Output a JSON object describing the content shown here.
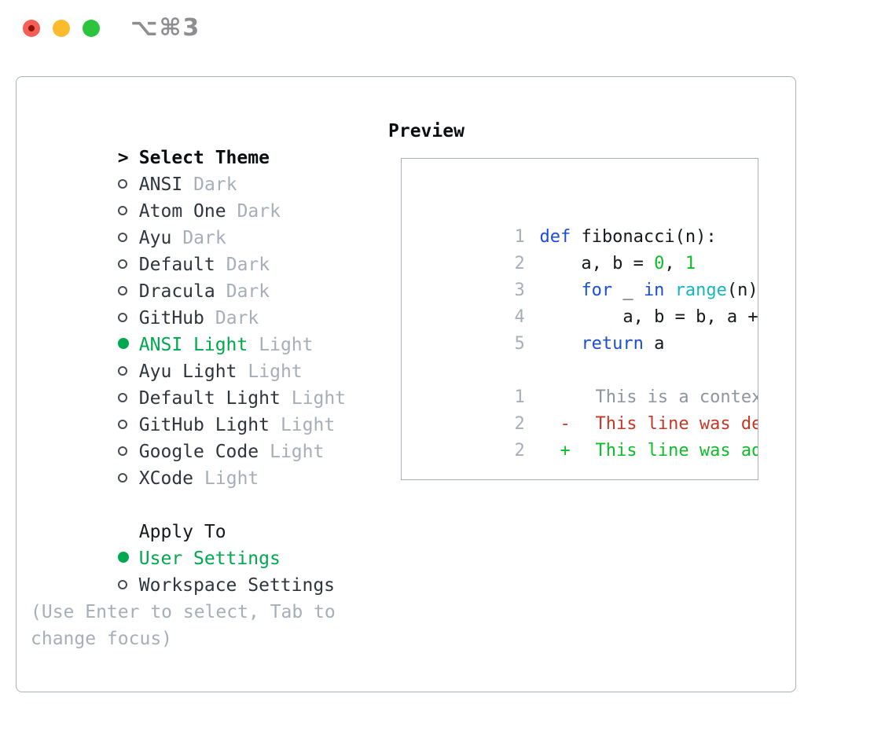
{
  "window": {
    "title": "⌥⌘3",
    "traffic_lights": [
      "close",
      "minimize",
      "zoom"
    ]
  },
  "colors": {
    "accent_green": "#00a84e",
    "code_green": "#0dbd2a",
    "code_blue": "#1b4ed6",
    "code_cyan": "#13b6c4",
    "diff_red": "#c53826",
    "muted_gray": "#a6aeb8",
    "panel_border": "#a8b0bb",
    "traffic_red": "#f65d55",
    "traffic_yellow": "#fcbb2d",
    "traffic_green": "#2bc43d"
  },
  "sidebar": {
    "header": {
      "prompt": ">",
      "title": "Select Theme"
    },
    "themes": [
      {
        "name": "ANSI",
        "variant": "Dark",
        "state": "unselected"
      },
      {
        "name": "Atom One",
        "variant": "Dark",
        "state": "unselected"
      },
      {
        "name": "Ayu",
        "variant": "Dark",
        "state": "unselected"
      },
      {
        "name": "Default",
        "variant": "Dark",
        "state": "unselected"
      },
      {
        "name": "Dracula",
        "variant": "Dark",
        "state": "unselected"
      },
      {
        "name": "GitHub",
        "variant": "Dark",
        "state": "unselected"
      },
      {
        "name": "ANSI Light",
        "variant": "Light",
        "state": "selected"
      },
      {
        "name": "Ayu Light",
        "variant": "Light",
        "state": "unselected"
      },
      {
        "name": "Default Light",
        "variant": "Light",
        "state": "unselected"
      },
      {
        "name": "GitHub Light",
        "variant": "Light",
        "state": "unselected"
      },
      {
        "name": "Google Code",
        "variant": "Light",
        "state": "unselected"
      },
      {
        "name": "XCode",
        "variant": "Light",
        "state": "unselected"
      }
    ],
    "apply_to": {
      "title": "Apply To",
      "options": [
        {
          "label": "User Settings",
          "state": "selected"
        },
        {
          "label": "Workspace Settings",
          "state": "unselected"
        }
      ]
    },
    "help": "(Use Enter to select, Tab to change focus)"
  },
  "preview": {
    "title": "Preview",
    "code_lines": [
      {
        "num": "1",
        "segments": [
          {
            "t": "def",
            "kind": "kw"
          },
          {
            "t": " fibonacci(n):",
            "kind": "plain"
          }
        ]
      },
      {
        "num": "2",
        "segments": [
          {
            "t": "    a, b = ",
            "kind": "plain"
          },
          {
            "t": "0",
            "kind": "lit"
          },
          {
            "t": ", ",
            "kind": "plain"
          },
          {
            "t": "1",
            "kind": "lit"
          }
        ]
      },
      {
        "num": "3",
        "segments": [
          {
            "t": "    ",
            "kind": "plain"
          },
          {
            "t": "for",
            "kind": "kw"
          },
          {
            "t": " _ ",
            "kind": "plain"
          },
          {
            "t": "in",
            "kind": "kw"
          },
          {
            "t": " ",
            "kind": "plain"
          },
          {
            "t": "range",
            "kind": "fn"
          },
          {
            "t": "(n):",
            "kind": "plain"
          }
        ]
      },
      {
        "num": "4",
        "segments": [
          {
            "t": "        a, b = b, a + b",
            "kind": "plain"
          }
        ]
      },
      {
        "num": "5",
        "segments": [
          {
            "t": "    ",
            "kind": "plain"
          },
          {
            "t": "return",
            "kind": "kw"
          },
          {
            "t": " a",
            "kind": "plain"
          }
        ]
      }
    ],
    "diff_lines": [
      {
        "num": "1",
        "marker": " ",
        "text": "This is a context line.",
        "type": "context"
      },
      {
        "num": "2",
        "marker": "-",
        "text": "This line was deleted.",
        "type": "deleted"
      },
      {
        "num": "2",
        "marker": "+",
        "text": "This line was added.",
        "type": "added"
      }
    ]
  }
}
